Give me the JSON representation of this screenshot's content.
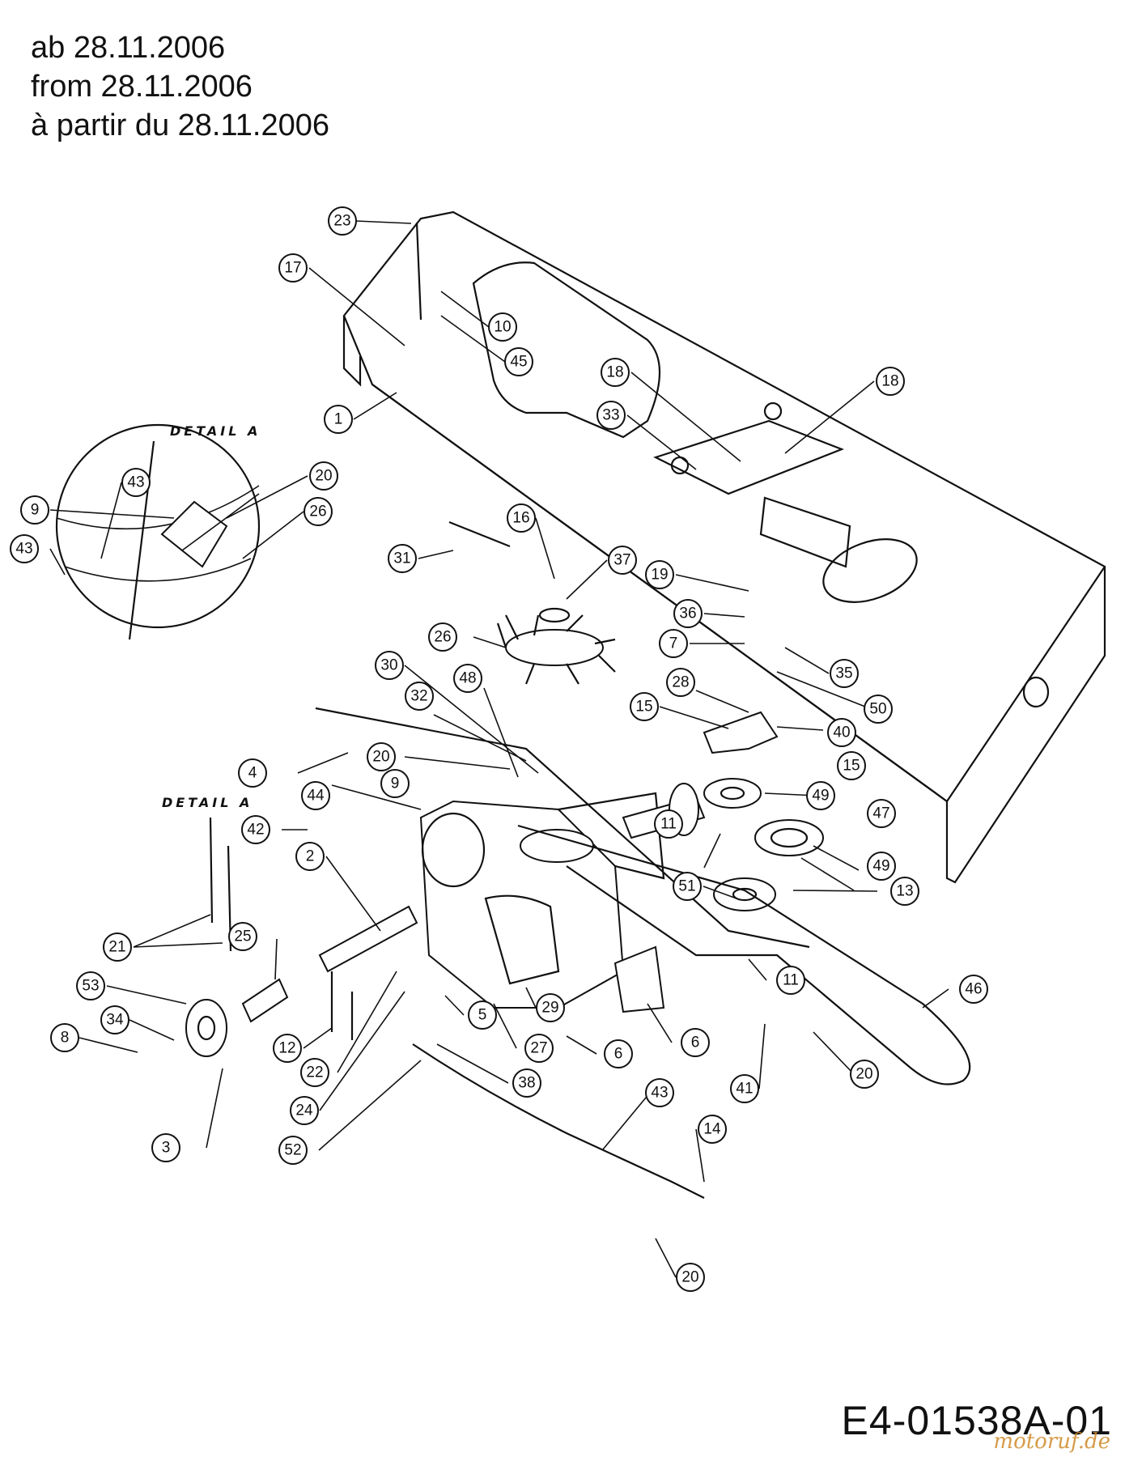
{
  "header": {
    "line_de": "ab 28.11.2006",
    "line_en": "from 28.11.2006",
    "line_fr": "à partir du 28.11.2006"
  },
  "drawing_code": "E4-01538A-01",
  "watermark": "motoruf.de",
  "detail_labels": [
    "DETAIL A",
    "DETAIL A"
  ],
  "callouts": [
    {
      "n": "23"
    },
    {
      "n": "17"
    },
    {
      "n": "10"
    },
    {
      "n": "45"
    },
    {
      "n": "1"
    },
    {
      "n": "18"
    },
    {
      "n": "33"
    },
    {
      "n": "18"
    },
    {
      "n": "43"
    },
    {
      "n": "20"
    },
    {
      "n": "9"
    },
    {
      "n": "26"
    },
    {
      "n": "43"
    },
    {
      "n": "16"
    },
    {
      "n": "31"
    },
    {
      "n": "37"
    },
    {
      "n": "19"
    },
    {
      "n": "26"
    },
    {
      "n": "36"
    },
    {
      "n": "7"
    },
    {
      "n": "35"
    },
    {
      "n": "30"
    },
    {
      "n": "48"
    },
    {
      "n": "28"
    },
    {
      "n": "50"
    },
    {
      "n": "32"
    },
    {
      "n": "15"
    },
    {
      "n": "40"
    },
    {
      "n": "20"
    },
    {
      "n": "15"
    },
    {
      "n": "4"
    },
    {
      "n": "9"
    },
    {
      "n": "49"
    },
    {
      "n": "44"
    },
    {
      "n": "11"
    },
    {
      "n": "47"
    },
    {
      "n": "42"
    },
    {
      "n": "2"
    },
    {
      "n": "49"
    },
    {
      "n": "51"
    },
    {
      "n": "13"
    },
    {
      "n": "21"
    },
    {
      "n": "25"
    },
    {
      "n": "53"
    },
    {
      "n": "11"
    },
    {
      "n": "46"
    },
    {
      "n": "34"
    },
    {
      "n": "5"
    },
    {
      "n": "8"
    },
    {
      "n": "12"
    },
    {
      "n": "29"
    },
    {
      "n": "6"
    },
    {
      "n": "27"
    },
    {
      "n": "6"
    },
    {
      "n": "22"
    },
    {
      "n": "20"
    },
    {
      "n": "41"
    },
    {
      "n": "38"
    },
    {
      "n": "24"
    },
    {
      "n": "3"
    },
    {
      "n": "52"
    },
    {
      "n": "43"
    },
    {
      "n": "14"
    },
    {
      "n": "20"
    }
  ]
}
